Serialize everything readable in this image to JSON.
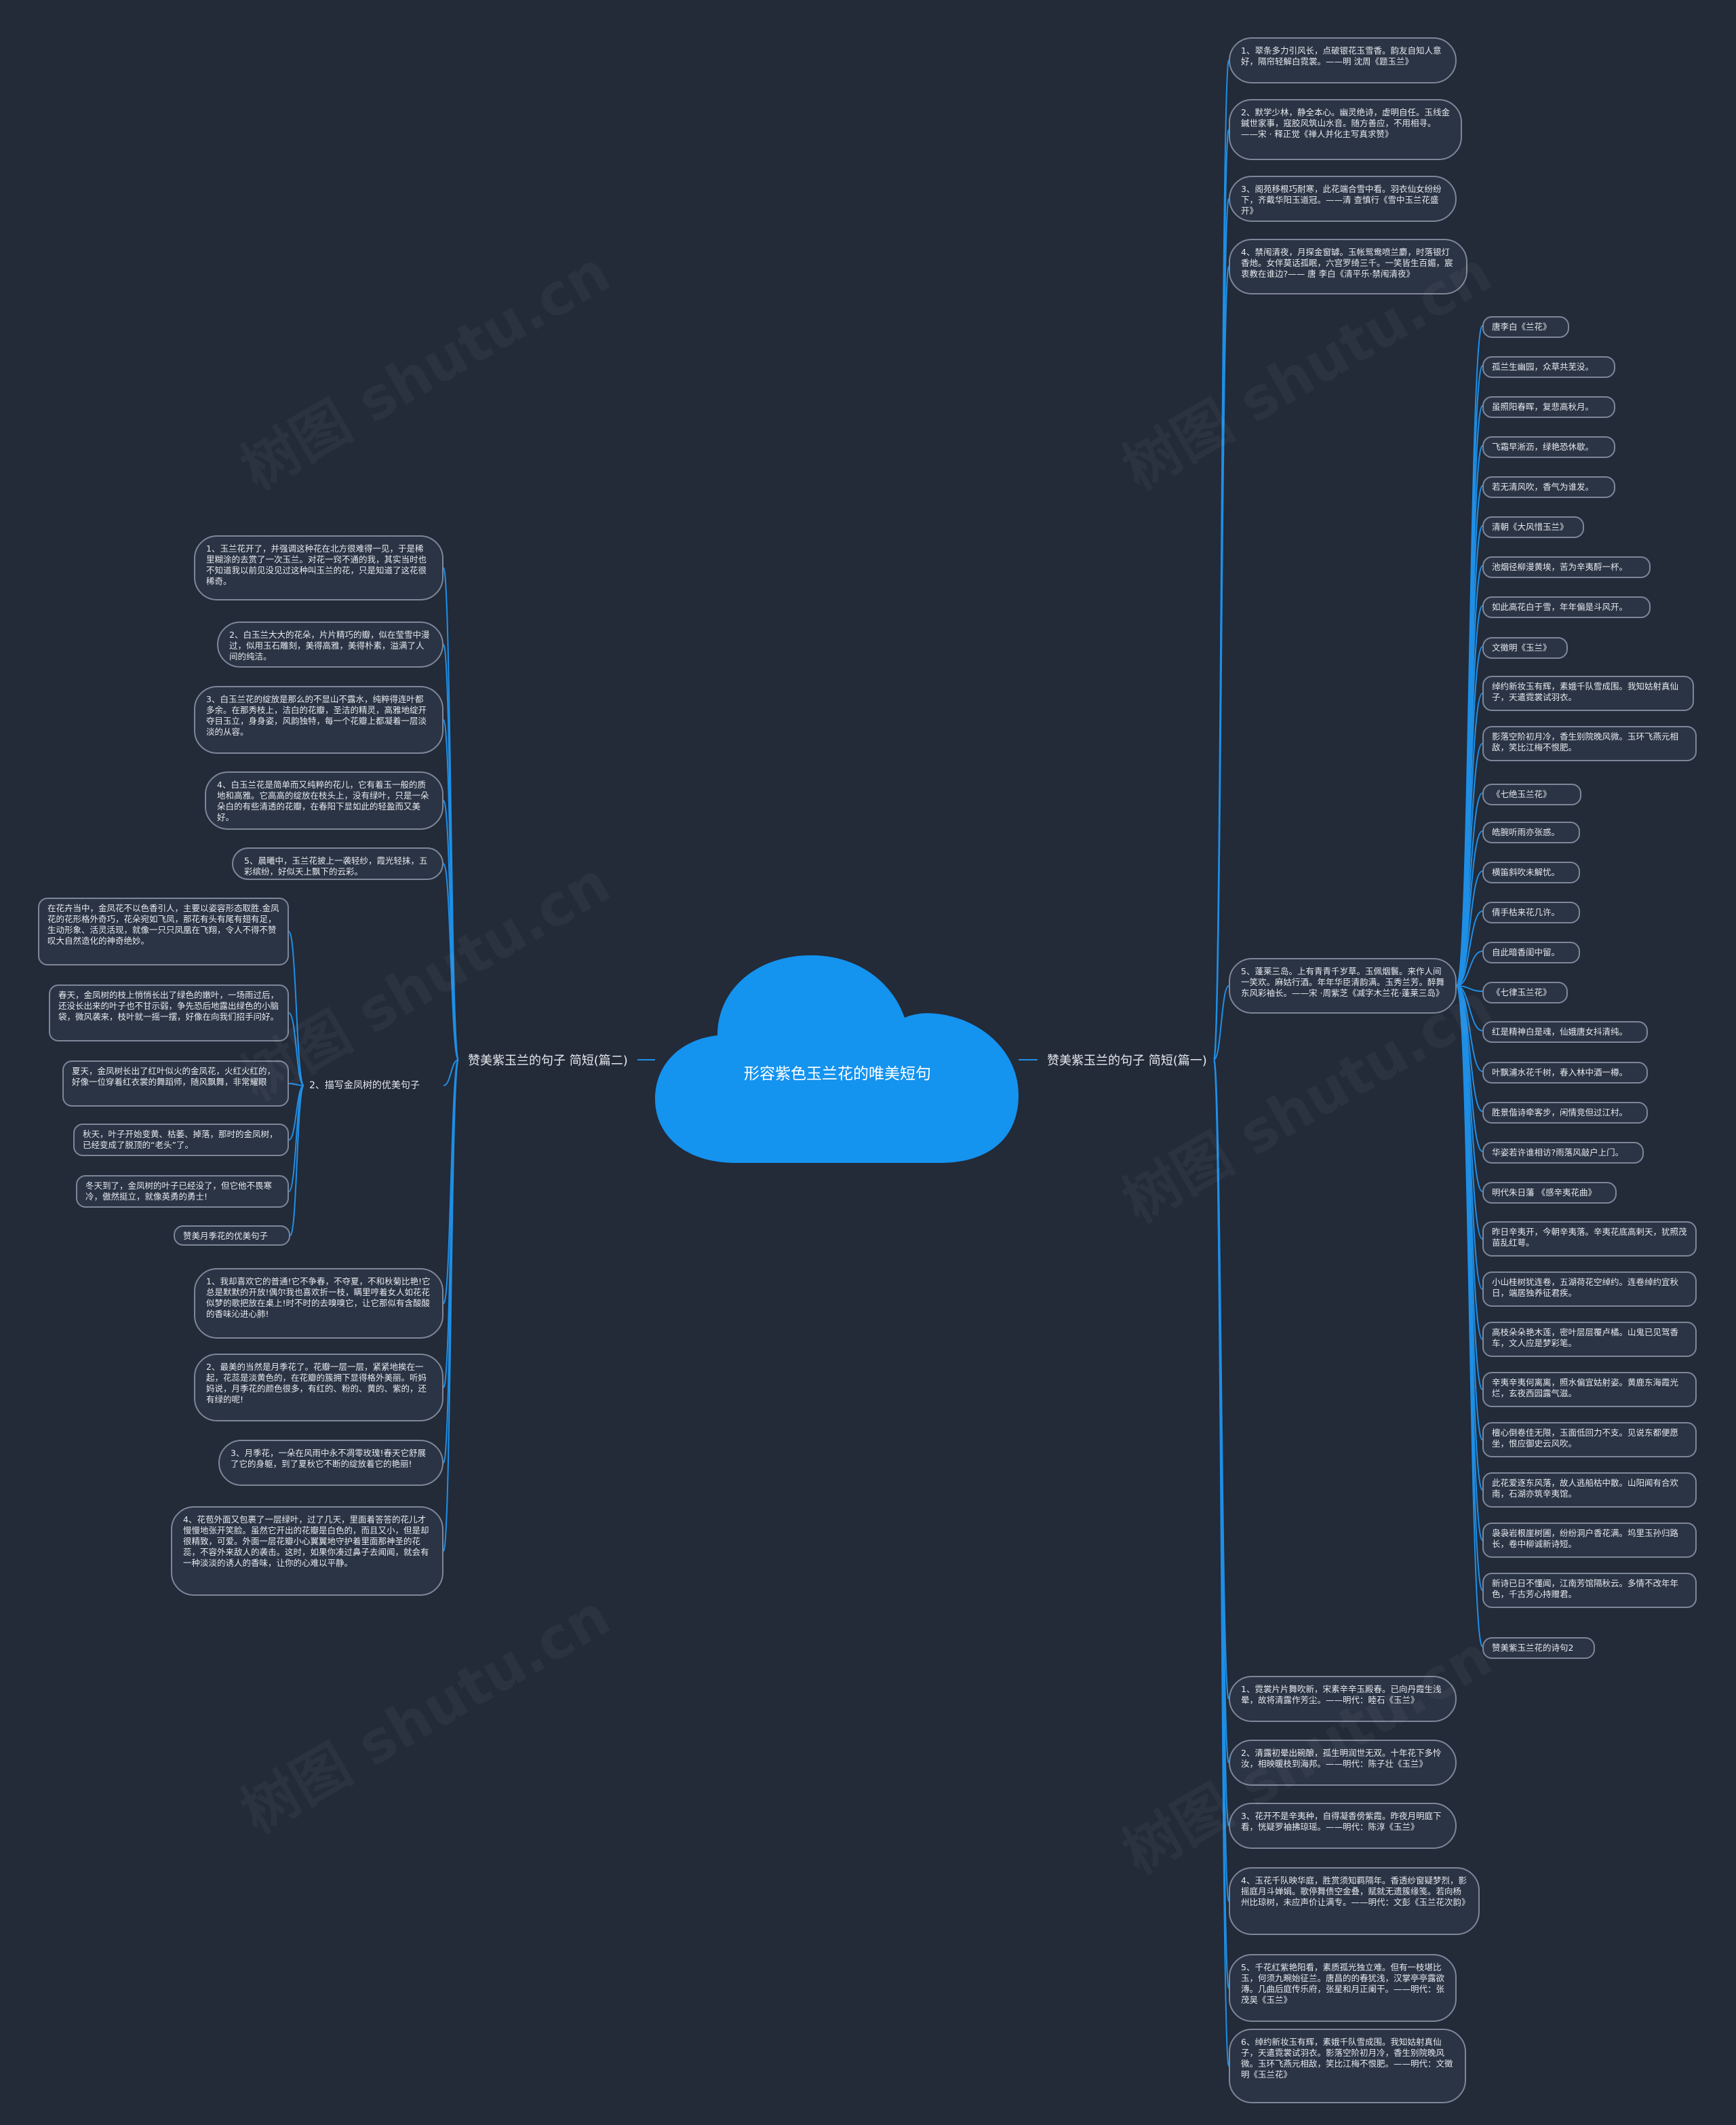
{
  "center": "形容紫色玉兰花的唯美短句",
  "watermark": "树图 shutu.cn",
  "colors": {
    "background": "#232a38",
    "line": "#1e8fe6",
    "center": "#1493ef",
    "node_border": "#7d8799"
  },
  "right": {
    "label": "赞美紫玉兰的句子 简短(篇一)",
    "items": [
      "1、翠条多力引风长，点破银花玉雪香。韵友自知人意好，隔帘轻解白霓裳。——明 沈周《题玉兰》",
      "2、默学少林，静全本心。幽灵绝诗，虚明自任。玉线金鍼世家事，寇胶风筑山水音。随方善应，不用相寻。——宋 · 释正觉《禅人并化主写真求赞》",
      "3、阁苑移根巧耐寒，此花端合雪中看。羽衣仙女纷纷下，齐戴华阳玉道冠。——清 查慎行《雪中玉兰花盛开》",
      "4、禁闱清夜，月探金窗罅。玉帐鸳鸯喷兰麝，时落银灯香灺。女伴莫话孤眠，六宫罗绮三千。一笑皆生百媚，宸衷教在谁边?—— 唐 李白《清平乐·禁闱清夜》",
      "5、蓬莱三岛。上有青青千岁草。玉佩烟鬟。来作人间一笑欢。麻姑行酒。年年华臣清韵满。玉秀兰芳。醉舞东风彩袖长。——宋 ·周紫芝《减字木兰花·蓬莱三岛》"
    ],
    "poems": [
      "唐李白《兰花》",
      "孤兰生幽园，众草共芜没。",
      "虽照阳春晖，复悲高秋月。",
      "飞霜早淅沥，绿艳恐休歇。",
      "若无清风吹，香气为谁发。",
      "清朝《大风惜玉兰》",
      "池烟径柳漫黄埃，苦为辛夷酹一杯。",
      "如此高花白于雪，年年偏是斗风开。",
      "文徵明《玉兰》",
      "绰约新妆玉有辉，素娥千队雪成围。我知姑射真仙子，天遣霓裳试羽衣。",
      "影落空阶初月冷，香生别院晚风微。玉环飞燕元相敌，笑比江梅不恨肥。",
      "《七绝玉兰花》",
      "皓腕听雨亦张惑。",
      "横笛斜吹未解忧。",
      "倩手枯来花几许。",
      "自此暗香闺中留。",
      "《七律玉兰花》",
      "红是精神白是魂，仙娥唐女抖清纯。",
      "叶飘浦水花千树，春入林中酒一樽。",
      "胜景偕诗牵客步，闲情竞但过江村。",
      "华姿若许谁相访?雨落风敲户上门。",
      "明代朱日藩 《感辛夷花曲》",
      "昨日辛夷开，今朝辛夷落。辛夷花底高剌天，犹照茂苗乱红萼。",
      "小山桂树犹连卷，五湖荷花空绰约。连卷绰约宜秋日，端居独养征君疾。",
      "高枝朵朵艳木莲，密叶层层覆卢橘。山鬼已见驾香车，文人应是梦彩笔。",
      "辛夷辛夷何离离，照水偏宜姑射姿。黄鹿东海霞光烂，玄夜西园露气滋。",
      "檀心倒卷佳无限，玉面低回力不支。见说东都便愿坐，恨应御史云风吹。",
      "此花爱逐东风落，故人逃船枯中散。山阳闻有合欢南，石湖亦筑辛夷馆。",
      "袅袅岩根崖树圃，纷纷洞户香花满。坞里玉孙归路长，卷中柳诚新诗短。",
      "新诗已日不懂闻，江南芳馆隔秋云。多情不改年年色，千古芳心持赠君。",
      "赞美紫玉兰花的诗句2"
    ],
    "more": [
      "1、霓裳片片舞吹新，宋素辛辛玉殿春。已向丹霞生浅晕，故将清露作芳尘。——明代：睦石《玉兰》",
      "2、清露初晕出碗酿，孤生明润世无双。十年花下多怜汝，相映暖枝到海邦。——明代：陈子壮《玉兰》",
      "3、花开不是辛夷种，自得凝香傍紫霞。昨夜月明庭下看，恍疑罗袖拂琼瑶。——明代：陈淳《玉兰》",
      "4、玉花千队映华庭，胜赏须知羁隔年。香透纱窗疑梦烈，影摇庭月斗婵娟。歌停舞债空金叠，赋就无遗簇缘笺。若向杨州比琼树，未应声价让满专。——明代：文彭《玉兰花次韵》",
      "5、千花红紫艳阳看，素质孤光独立难。但有一枝堪比玉，何须九畹始征兰。唐昌的的春犹浅，汉掌亭亭露欲漙。几曲后庭传乐府，张星和月正阑干。——明代：张茂吴《玉兰》",
      "6、绰约新妆玉有辉，素娥千队雪成围。我知姑射真仙子，天遣霓裳试羽衣。影落空阶初月冷，香生别院晚风微。玉环飞燕元相敌，笑比江梅不恨肥。——明代：文徵明《玉兰花》"
    ]
  },
  "left": {
    "label": "赞美紫玉兰的句子 简短(篇二)",
    "items": [
      "1、玉兰花开了，并强调这种花在北方很难得一见，于是稀里糊涂的去赏了一次玉兰。对花一窍不通的我，其实当时也不知道我以前见没见过这种叫玉兰的花，只是知道了这花很稀奇。",
      "2、白玉兰大大的花朵，片片精巧的瓣，似在莹雪中漫过，似用玉石雕刻，美得高雅，美得朴素，溢满了人间的纯洁。",
      "3、白玉兰花的绽放是那么的不显山不露水，纯粹得连叶都多余。在那秀枝上，洁白的花瓣，圣洁的精灵，高雅地绽开夺目玉立，身身姿，风韵独特，每一个花瓣上都凝着一层淡淡的从容。",
      "4、白玉兰花是简单而又纯粹的花儿，它有着玉一般的质地和高雅。它高高的绽放在枝头上，没有绿叶，只是一朵朵白的有些清透的花瓣，在春阳下显如此的轻盈而又美好。",
      "5、晨曦中，玉兰花披上一袭轻纱，霞光轻抹，五彩缤纷，好似天上飘下的云彩。"
    ],
    "sub": {
      "label": "2、描写金凤树的优美句子",
      "items": [
        "在花卉当中，金凤花不以色香引人，主要以姿容形态取胜.金凤花的花形格外奇巧，花朵宛如飞凤，那花有头有尾有翅有足，生动形象、活灵活现，就像一只只凤凰在飞翔，令人不得不赞叹大自然造化的神奇绝妙。",
        "春天，金凤树的枝上悄悄长出了绿色的嫩叶，一场雨过后，还没长出来的叶子也不甘示弱，争先恐后地露出绿色的小脑袋，微风袭来，枝叶就一摇一摆，好像在向我们招手问好。",
        "夏天，金凤树长出了红叶似火的金凤花，火红火红的，好像一位穿着红衣裳的舞蹈师，随风飘舞，非常耀眼",
        "秋天，叶子开始变黄、枯萎、掉落，那时的金凤树，已经变成了脱顶的“老头”了。",
        "冬天到了，金凤树的叶子已经没了，但它他不畏寒冷，傲然挺立，就像英勇的勇士!",
        "赞美月季花的优美句子"
      ]
    },
    "more": [
      "1、我却喜欢它的普通!它不争春，不夺夏，不和秋菊比艳!它总是默默的开放!偶尔我也喜欢折一枝，瞒里哼着女人如花花似梦的歌把放在桌上!时不时的去嗅嗅它，让它那似有含酸酸的香味沁进心肺!",
      "2、最美的当然是月季花了。花瓣一层一层，紧紧地挨在一起，花蕊是淡黄色的，在花瓣的簇拥下显得格外美丽。听妈妈说，月季花的颜色很多，有红的、粉的、黄的、紫的，还有绿的呢!",
      "3、月季花，一朵在风雨中永不凋零玫瑰!春天它舒展了它的身躯，到了夏秋它不断的绽放着它的艳丽!",
      "4、花苞外面又包裹了一层绿叶，过了几天，里面着答答的花儿才慢慢地张开笑脸。虽然它开出的花瓣是白色的，而且又小，但是却很精致，可爱。外面一层花瓣小心翼翼地守护着里面那神圣的花蕊，不容外来敌人的袭击。这时，如果你凑过鼻子去闻闻，就会有一种淡淡的诱人的香味，让你的心难以平静。"
    ]
  }
}
